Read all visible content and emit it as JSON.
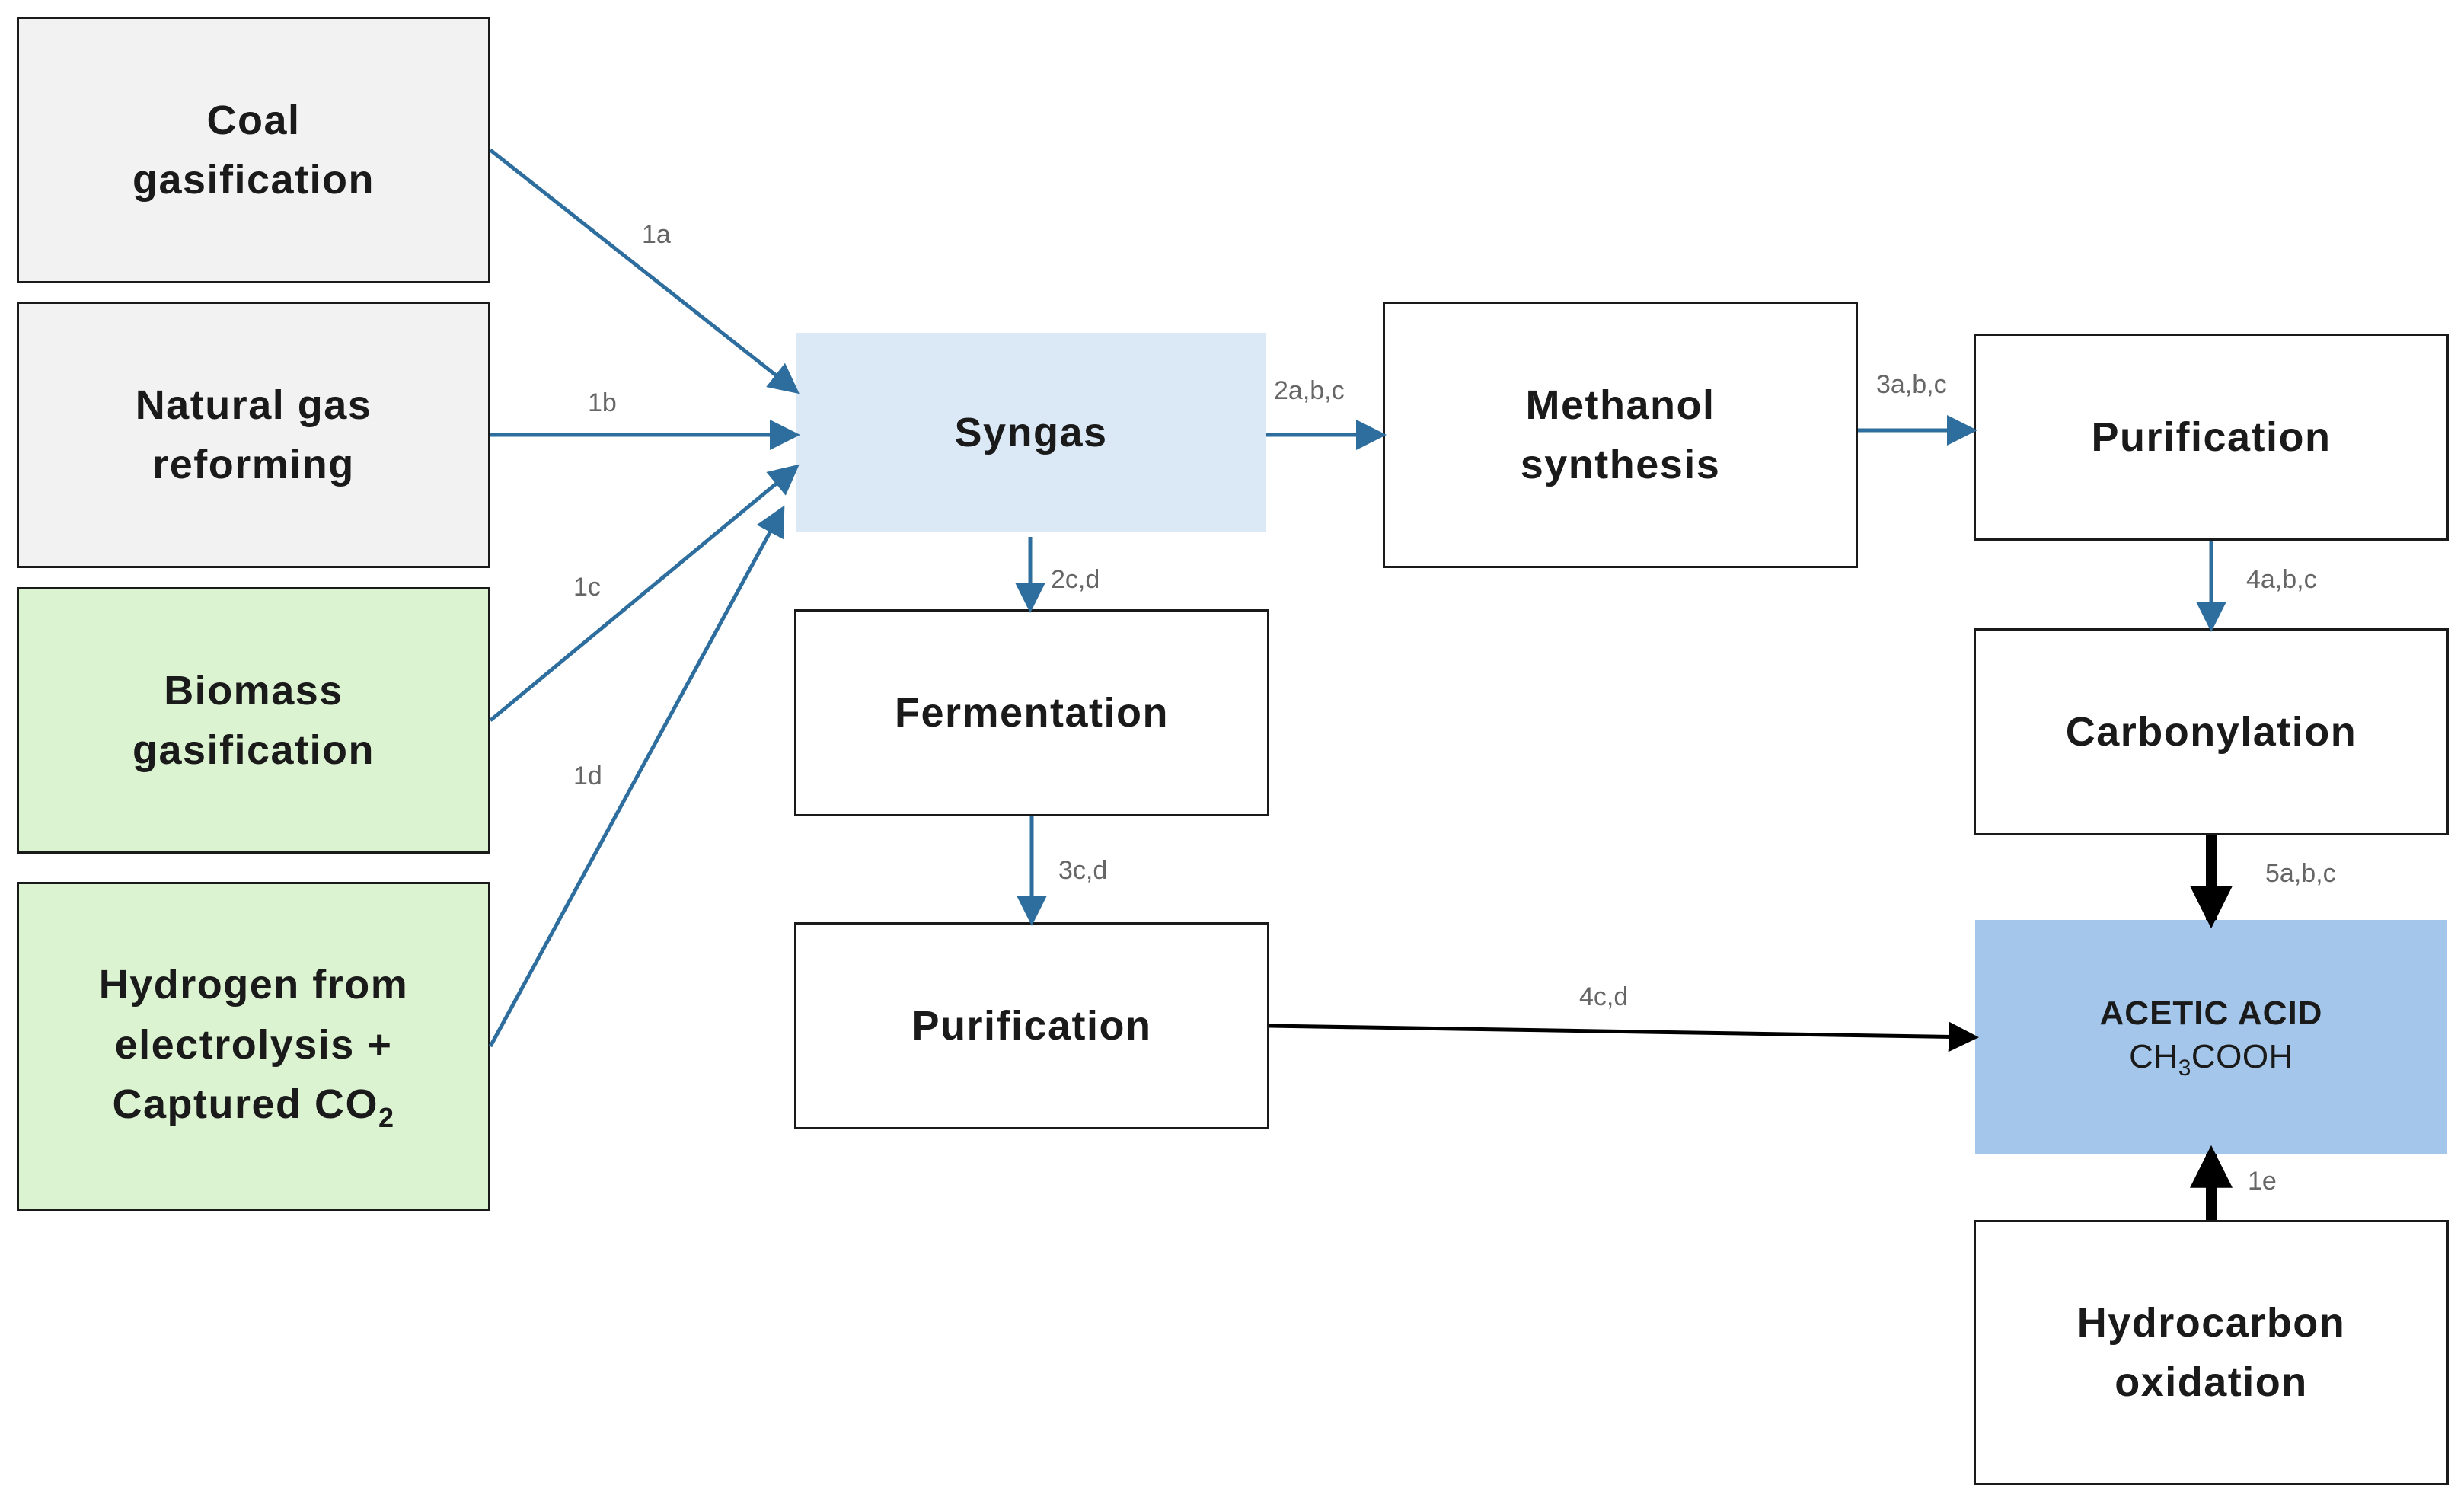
{
  "nodes": {
    "coal_gasification": "Coal\ngasification",
    "natural_gas_reforming": "Natural gas\nreforming",
    "biomass_gasification": "Biomass\ngasification",
    "hydrogen_line1": "Hydrogen from",
    "hydrogen_line2": "electrolysis +",
    "hydrogen_line3_main": "Captured CO",
    "hydrogen_line3_sub": "2",
    "syngas": "Syngas",
    "methanol_synthesis": "Methanol\nsynthesis",
    "purification_top": "Purification",
    "fermentation": "Fermentation",
    "purification_bottom": "Purification",
    "carbonylation": "Carbonylation",
    "acetic_acid_title": "ACETIC ACID",
    "acetic_formula_a": "CH",
    "acetic_formula_sub": "3",
    "acetic_formula_b": "COOH",
    "hydrocarbon_oxidation": "Hydrocarbon\noxidation"
  },
  "edge_labels": {
    "e1a": "1a",
    "e1b": "1b",
    "e1c": "1c",
    "e1d": "1d",
    "e2abc": "2a,b,c",
    "e2cd": "2c,d",
    "e3abc": "3a,b,c",
    "e3cd": "3c,d",
    "e4abc": "4a,b,c",
    "e4cd": "4c,d",
    "e5abc": "5a,b,c",
    "e1e": "1e"
  },
  "colors": {
    "fossil_feed": "#f2f2f2",
    "renewable_feed": "#dcf3d2",
    "syngas": "#dbe8f6",
    "product": "#a3c6ea",
    "blue_arrow": "#2e6e9e",
    "black_arrow": "#000000"
  }
}
